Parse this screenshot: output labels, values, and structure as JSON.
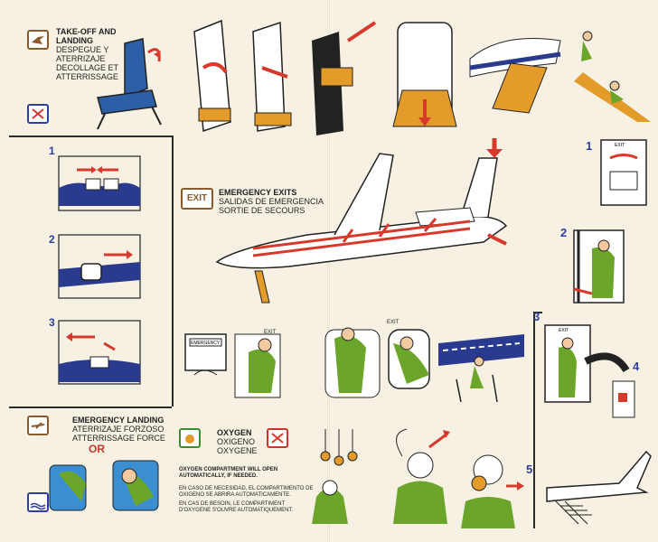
{
  "takeoff": {
    "title": "TAKE-OFF AND LANDING",
    "es": "DESPEGUE Y ATERRIZAJE",
    "fr": "DECOLLAGE ET ATTERRISSAGE"
  },
  "belt_steps": [
    "1",
    "2",
    "3"
  ],
  "emergency_landing": {
    "title": "EMERGENCY LANDING",
    "es": "ATERRIZAJE FORZOSO",
    "fr": "ATTERRISSAGE FORCE",
    "or": "OR"
  },
  "emergency_exits": {
    "badge": "EXIT",
    "title": "EMERGENCY EXITS",
    "es": "SALIDAS DE EMERGENCIA",
    "fr": "SORTIE DE SECOURS"
  },
  "oxygen": {
    "title": "OXYGEN",
    "es": "OXIGENO",
    "fr": "OXYGENE",
    "note_en": "OXYGEN COMPARTMENT WILL OPEN AUTOMATICALLY, IF NEEDED.",
    "note_es": "EN CASO DE NECESIDAD, EL COMPARTIMENTO DE OXIGENO SE ABRIRA AUTOMATICAMENTE.",
    "note_fr": "EN CAS DE BESOIN, LE COMPARTIMENT D'OXYGENE S'OUVRE AUTOMATIQUEMENT."
  },
  "door_steps": [
    "1",
    "2",
    "3",
    "4",
    "5"
  ],
  "labels": {
    "exit": "EXIT",
    "emergency": "EMERGENCY"
  }
}
